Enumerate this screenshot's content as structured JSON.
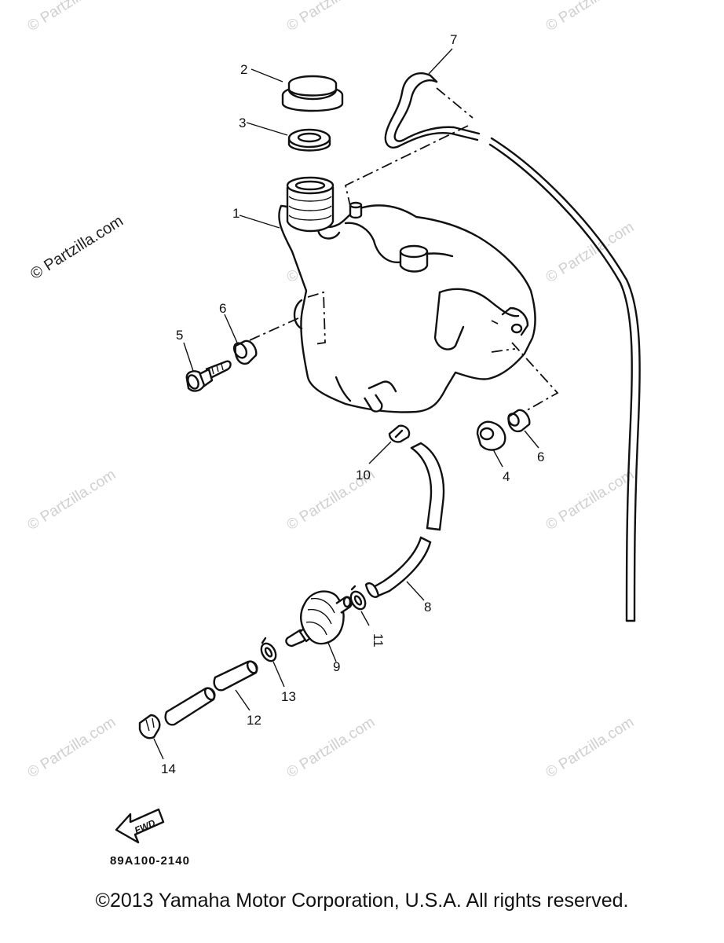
{
  "watermark": {
    "text": "© Partzilla.com"
  },
  "callouts": {
    "c1": "1",
    "c2": "2",
    "c3": "3",
    "c4": "4",
    "c5": "5",
    "c6a": "6",
    "c6b": "6",
    "c7": "7",
    "c8": "8",
    "c9": "9",
    "c10": "10",
    "c11": "11",
    "c12": "12",
    "c13": "13",
    "c14": "14"
  },
  "fwd_label": "FWD",
  "diagram_code": "89A100-2140",
  "copyright": "©2013 Yamaha Motor Corporation, U.S.A. All rights reserved."
}
